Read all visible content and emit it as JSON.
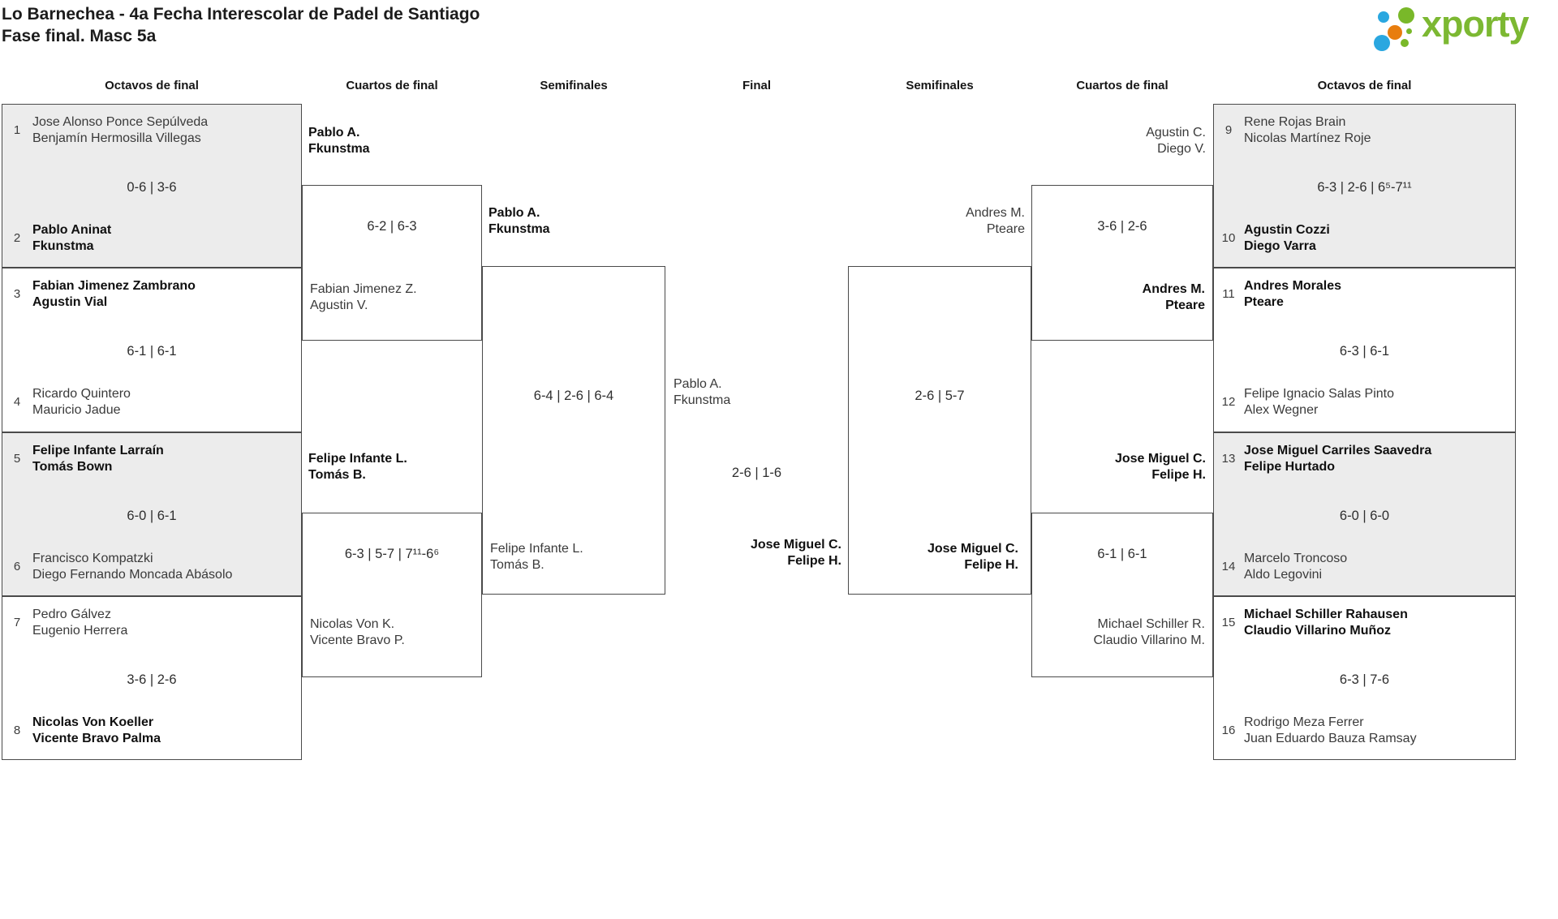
{
  "title": {
    "line1": "Lo Barnechea - 4a Fecha Interescolar de Padel de Santiago",
    "line2": "Fase final. Masc 5a"
  },
  "logo": {
    "text": "xporty",
    "green": "#7cb832",
    "blue": "#2aa7e0",
    "orange": "#e87d0e"
  },
  "round_headers": [
    "Octavos de final",
    "Cuartos de final",
    "Semifinales",
    "Final",
    "Semifinales",
    "Cuartos de final",
    "Octavos de final"
  ],
  "colors": {
    "box_border": "#4a4a4a",
    "shaded_box_bg": "#ececec"
  },
  "r16": [
    {
      "seed_a": "1",
      "a1": "Jose Alonso Ponce Sepúlveda",
      "a2": "Benjamín Hermosilla Villegas",
      "score": "0-6 | 3-6",
      "seed_b": "2",
      "b1": "Pablo Aninat",
      "b2": "Fkunstma",
      "winner": "b"
    },
    {
      "seed_a": "3",
      "a1": "Fabian Jimenez Zambrano",
      "a2": "Agustin Vial",
      "score": "6-1 | 6-1",
      "seed_b": "4",
      "b1": "Ricardo Quintero",
      "b2": "Mauricio Jadue",
      "winner": "a"
    },
    {
      "seed_a": "5",
      "a1": "Felipe Infante Larraín",
      "a2": "Tomás Bown",
      "score": "6-0 | 6-1",
      "seed_b": "6",
      "b1": "Francisco Kompatzki",
      "b2": "Diego Fernando Moncada Abásolo",
      "winner": "a"
    },
    {
      "seed_a": "7",
      "a1": "Pedro Gálvez",
      "a2": "Eugenio Herrera",
      "score": "3-6 | 2-6",
      "seed_b": "8",
      "b1": "Nicolas Von Koeller",
      "b2": "Vicente Bravo Palma",
      "winner": "b"
    },
    {
      "seed_a": "9",
      "a1": "Rene Rojas Brain",
      "a2": "Nicolas Martínez Roje",
      "score": "6-3 | 2-6 | 6⁵-7¹¹",
      "seed_b": "10",
      "b1": "Agustin Cozzi",
      "b2": "Diego Varra",
      "winner": "b"
    },
    {
      "seed_a": "11",
      "a1": "Andres Morales",
      "a2": "Pteare",
      "score": "6-3 | 6-1",
      "seed_b": "12",
      "b1": "Felipe Ignacio Salas Pinto",
      "b2": "Alex Wegner",
      "winner": "a"
    },
    {
      "seed_a": "13",
      "a1": "Jose Miguel Carriles Saavedra",
      "a2": "Felipe Hurtado",
      "score": "6-0 | 6-0",
      "seed_b": "14",
      "b1": "Marcelo Troncoso",
      "b2": "Aldo Legovini",
      "winner": "a"
    },
    {
      "seed_a": "15",
      "a1": "Michael Schiller Rahausen",
      "a2": "Claudio Villarino Muñoz",
      "score": "6-3 | 7-6",
      "seed_b": "16",
      "b1": "Rodrigo Meza Ferrer",
      "b2": "Juan Eduardo Bauza Ramsay",
      "winner": "a"
    }
  ],
  "qf": [
    {
      "a1": "Pablo A.",
      "a2": "Fkunstma",
      "score": "6-2 | 6-3",
      "b1": "Fabian Jimenez Z.",
      "b2": "Agustin V.",
      "winner": "a"
    },
    {
      "a1": "Felipe Infante L.",
      "a2": "Tomás B.",
      "score": "6-3 | 5-7 | 7¹¹-6⁶",
      "b1": "Nicolas Von K.",
      "b2": "Vicente Bravo P.",
      "winner": "a"
    },
    {
      "a1": "Agustin C.",
      "a2": "Diego V.",
      "score": "3-6 | 2-6",
      "b1": "Andres M.",
      "b2": "Pteare",
      "winner": "b"
    },
    {
      "a1": "Jose Miguel C.",
      "a2": "Felipe H.",
      "score": "6-1 | 6-1",
      "b1": "Michael Schiller R.",
      "b2": "Claudio Villarino M.",
      "winner": "a"
    }
  ],
  "sf": [
    {
      "a1": "Pablo A.",
      "a2": "Fkunstma",
      "score": "6-4 | 2-6 | 6-4",
      "b1": "Felipe Infante L.",
      "b2": "Tomás B.",
      "winner": "a"
    },
    {
      "a1": "Andres M.",
      "a2": "Pteare",
      "score": "2-6 | 5-7",
      "b1": "Jose Miguel C.",
      "b2": "Felipe H.",
      "winner": "b"
    }
  ],
  "final": {
    "a1": "Pablo A.",
    "a2": "Fkunstma",
    "score": "2-6 | 1-6",
    "b1": "Jose Miguel C.",
    "b2": "Felipe H.",
    "winner": "b"
  }
}
